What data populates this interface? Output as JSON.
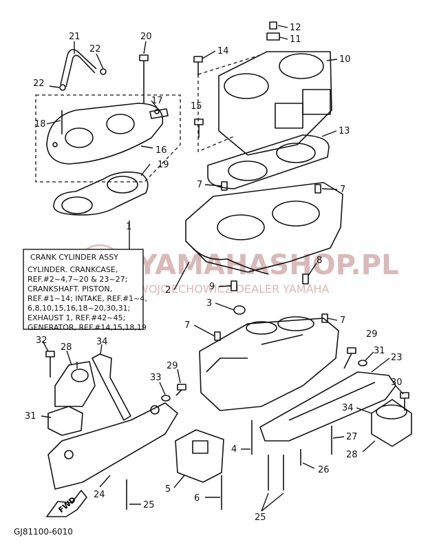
{
  "diagram_code": "GJ81100-6010",
  "fwd_label": "FWD",
  "watermark": {
    "line1": "YAMAHASHOP.PL",
    "line2": "WOJCIECHOWICZ DEALER YAMAHA"
  },
  "info_box": {
    "title": "CRANK CYLINDER ASSY",
    "lines": [
      "CYLINDER. CRANKCASE,",
      "REF.#2~4,7~20 & 23~27;",
      "CRANKSHAFT. PISTON,",
      "REF.#1~14; INTAKE, REF.#1~4,",
      "6,8,10,15,16,18~20,30,31;",
      "EXHAUST 1, REF.#42~45;",
      "GENERATOR, REF.#14,15,18,19"
    ]
  },
  "callouts": {
    "n1": "1",
    "n2": "2",
    "n3": "3",
    "n4": "4",
    "n5": "5",
    "n6": "6",
    "n7a": "7",
    "n7b": "7",
    "n7c": "7",
    "n7d": "7",
    "n8": "8",
    "n9": "9",
    "n10": "10",
    "n11": "11",
    "n12": "12",
    "n13": "13",
    "n14": "14",
    "n15": "15",
    "n16": "16",
    "n17": "17",
    "n18": "18",
    "n19": "19",
    "n20": "20",
    "n21": "21",
    "n22a": "22",
    "n22b": "22",
    "n23": "23",
    "n24": "24",
    "n25a": "25",
    "n25b": "25",
    "n26": "26",
    "n27": "27",
    "n28a": "28",
    "n28b": "28",
    "n29a": "29",
    "n29b": "29",
    "n30": "30",
    "n31a": "31",
    "n31b": "31",
    "n32": "32",
    "n33": "33",
    "n34a": "34",
    "n34b": "34"
  }
}
